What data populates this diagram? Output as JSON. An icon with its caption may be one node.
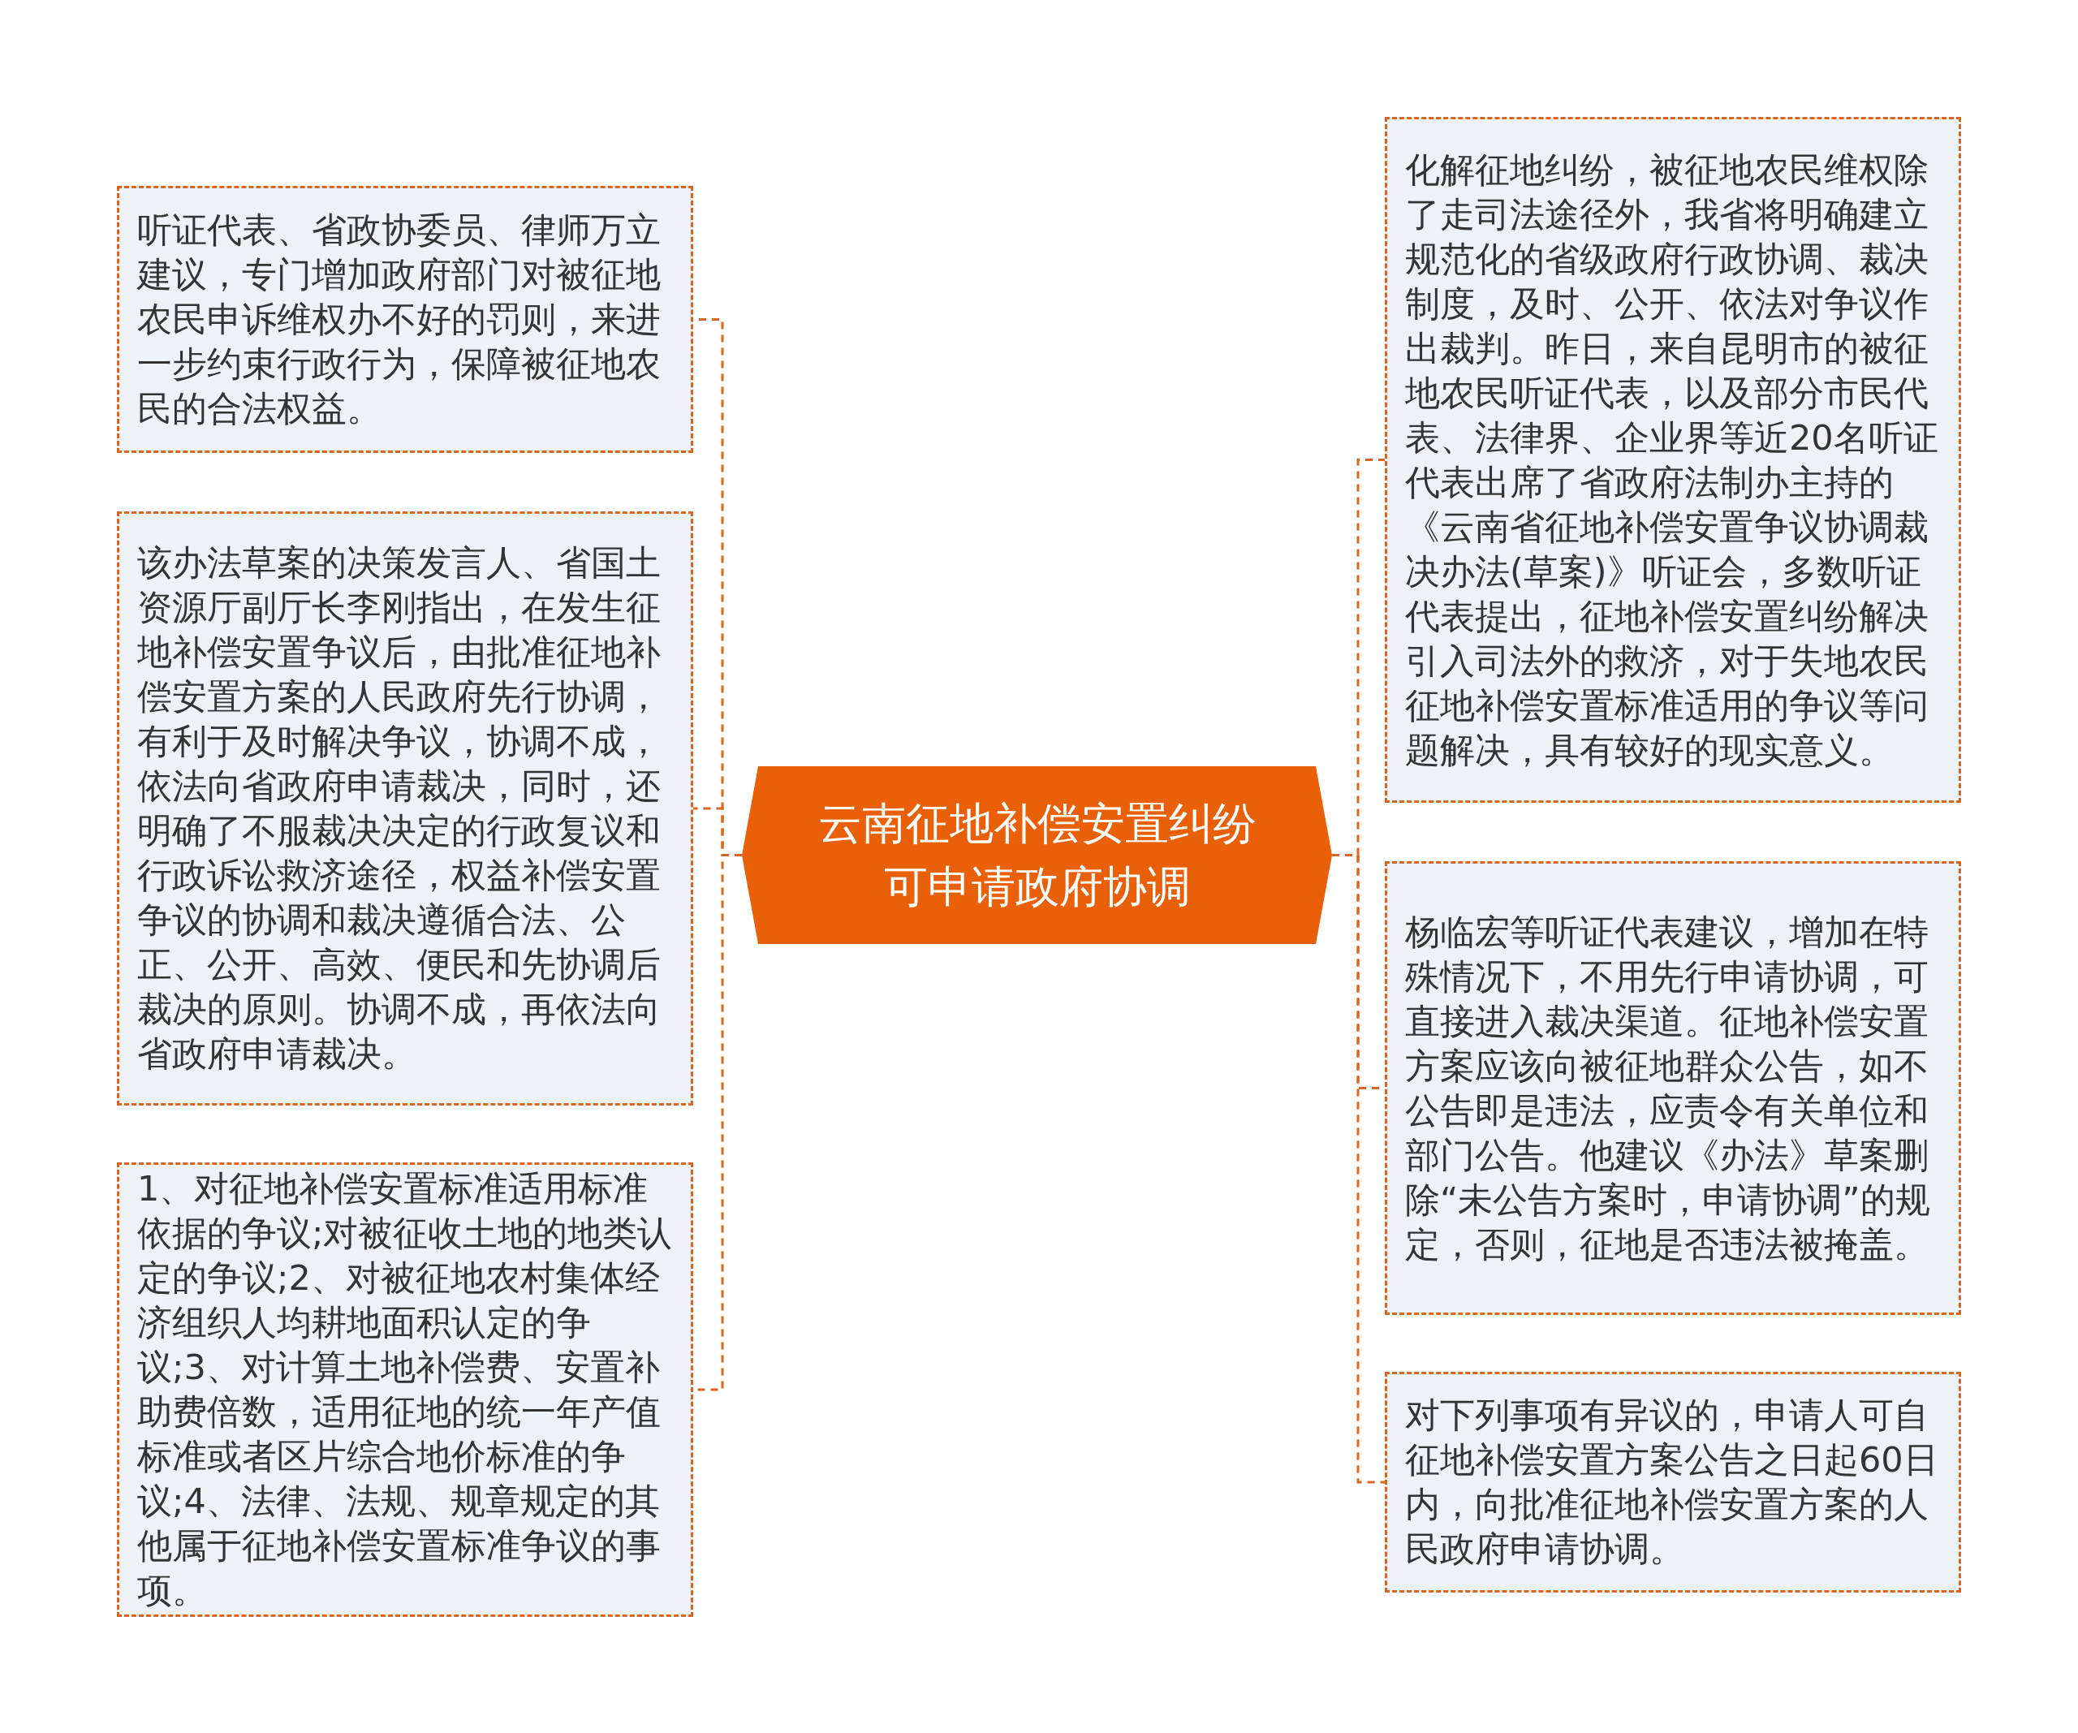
{
  "diagram": {
    "nodes": [
      {
        "text": [
          "云南征地补偿安置纠纷可申请政府协调"
        ]
      },
      {
        "text": [
          "听证代表、省政协委员、律师万立建议，专门增加政府部门对被征地农民申诉维权办不好的罚则，来进一步约束行政行为，保障被征地农民的合法权益。"
        ]
      },
      {
        "text": [
          "该办法草案的决策发言人、省国土资源厅副厅长李刚指出，在发生征地补偿安置争议后，由批准征地补偿安置方案的人民政府先行协调，有利于及时解决争议，协调不成，依法向省政府申请裁决，同时，还明确了不服裁决决定的行政复议和行政诉讼救济途径，权益补偿安置争议的协调和裁决遵循合法、公正、公开、高效、便民和先协调后裁决的原则。协调不成，再依法向省政府申请裁决。"
        ]
      },
      {
        "text": [
          "1、对征地补偿安置标准适用标准依据的争议;对被征收土地的地类认定的争议;2、对被征地农村集体经济组织人均耕地面积认定的争议;3、对计算土地补偿费、安置补助费倍数，适用征地的统一年产值标准或者区片综合地价标准的争议;4、法律、法规、规章规定的其他属于征地补偿安置标准争议的事项。"
        ]
      },
      {
        "text": [
          "化解征地纠纷，被征地农民维权除了走司法途径外，我省将明确建立规范化的省级政府行政协调、裁决制度，及时、公开、依法对争议作出裁判。昨日，来自昆明市的被征地农民听证代表，以及部分市民代表、法律界、企业界等近20名听证代表出席了省政府法制办主持的《云南省征地补偿安置争议协调裁决办法(草案)》听证会，多数听证代表提出，征地补偿安置纠纷解决引入司法外的救济，对于失地农民征地补偿安置标准适用的争议等问题解决，具有较好的现实意义。"
        ]
      },
      {
        "text": [
          "杨临宏等听证代表建议，增加在特殊情况下，不用先行申请协调，可直接进入裁决渠道。征地补偿安置方案应该向被征地群众公告，如不公告即是违法，应责令有关单位和部门公告。他建议《办法》草案删除“未公告方案时，申请协调”的规定，否则，征地是否违法被掩盖。"
        ]
      },
      {
        "text": [
          "对下列事项有异议的，申请人可自征地补偿安置方案公告之日起60日内，向批准征地补偿安置方案的人民政府申请协调。"
        ]
      }
    ],
    "edges": [
      {
        "from": 0,
        "to": 1,
        "arrow": "none",
        "style": "dashed"
      },
      {
        "from": 0,
        "to": 2,
        "arrow": "none",
        "style": "dashed"
      },
      {
        "from": 0,
        "to": 3,
        "arrow": "none",
        "style": "dashed"
      },
      {
        "from": 0,
        "to": 4,
        "arrow": "none",
        "style": "dashed"
      },
      {
        "from": 0,
        "to": 5,
        "arrow": "none",
        "style": "dashed"
      },
      {
        "from": 0,
        "to": 6,
        "arrow": "none",
        "style": "dashed"
      }
    ]
  }
}
